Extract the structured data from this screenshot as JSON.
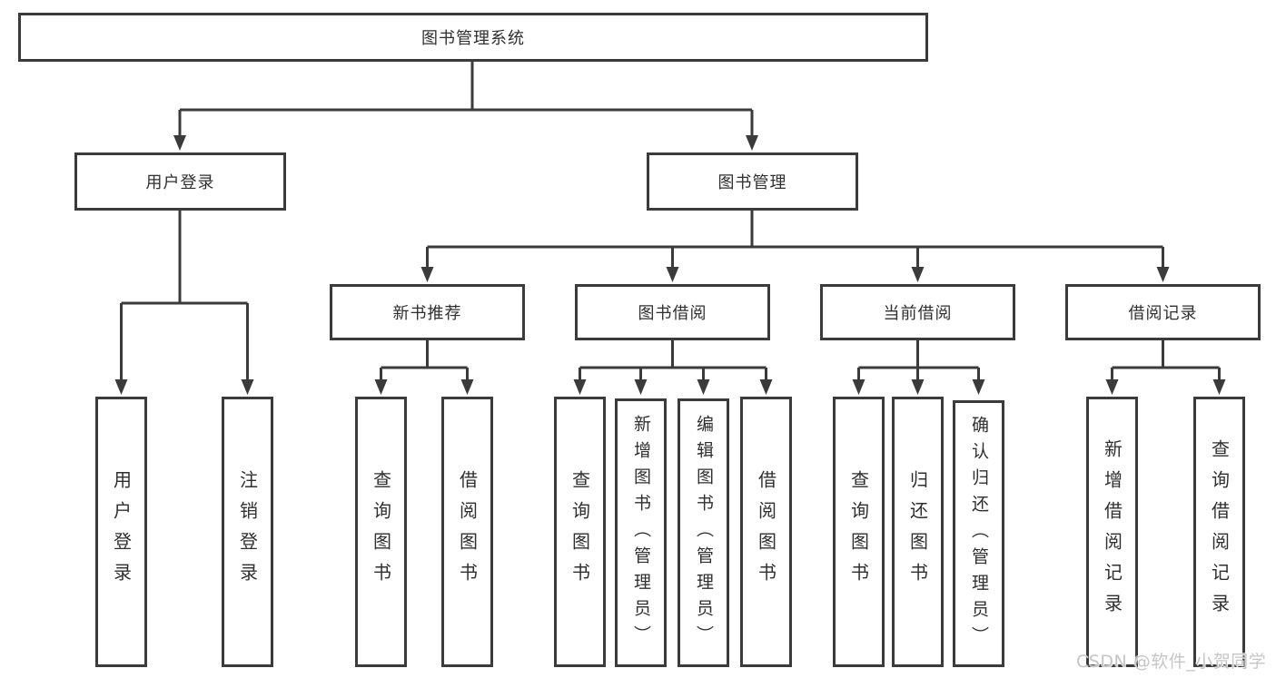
{
  "diagram_title": "图书管理系统",
  "nodes": {
    "root": {
      "label": "图书管理系统"
    },
    "user_login": {
      "label": "用户登录"
    },
    "book_mgmt": {
      "label": "图书管理"
    },
    "new_book_rec": {
      "label": "新书推荐"
    },
    "book_borrow": {
      "label": "图书借阅"
    },
    "current_borrow": {
      "label": "当前借阅"
    },
    "borrow_records": {
      "label": "借阅记录"
    },
    "leaf_user_login": {
      "label": "用户登录"
    },
    "leaf_logout": {
      "label": "注销登录"
    },
    "leaf_query_book_1": {
      "label": "查询图书"
    },
    "leaf_borrow_book_1": {
      "label": "借阅图书"
    },
    "leaf_query_book_2": {
      "label": "查询图书"
    },
    "leaf_add_book": {
      "label": "新增图书（管理员）"
    },
    "leaf_edit_book": {
      "label": "编辑图书（管理员）"
    },
    "leaf_borrow_book_2": {
      "label": "借阅图书"
    },
    "leaf_query_book_3": {
      "label": "查询图书"
    },
    "leaf_return_book": {
      "label": "归还图书"
    },
    "leaf_confirm_return": {
      "label": "确认归还（管理员）"
    },
    "leaf_add_record": {
      "label": "新增借阅记录"
    },
    "leaf_query_record": {
      "label": "查询借阅记录"
    }
  },
  "hierarchy": {
    "图书管理系统": {
      "用户登录": [
        "用户登录",
        "注销登录"
      ],
      "图书管理": {
        "新书推荐": [
          "查询图书",
          "借阅图书"
        ],
        "图书借阅": [
          "查询图书",
          "新增图书（管理员）",
          "编辑图书（管理员）",
          "借阅图书"
        ],
        "当前借阅": [
          "查询图书",
          "归还图书",
          "确认归还（管理员）"
        ],
        "借阅记录": [
          "新增借阅记录",
          "查询借阅记录"
        ]
      }
    }
  },
  "watermark": {
    "text": "CSDN @软件_小贺同学",
    "color": "#c6c6c6"
  },
  "colors": {
    "line": "#3b3b3b",
    "box_border": "#3b3b3b",
    "box_fill": "#ffffff",
    "text": "#2f2f2f",
    "background": "#ffffff"
  }
}
